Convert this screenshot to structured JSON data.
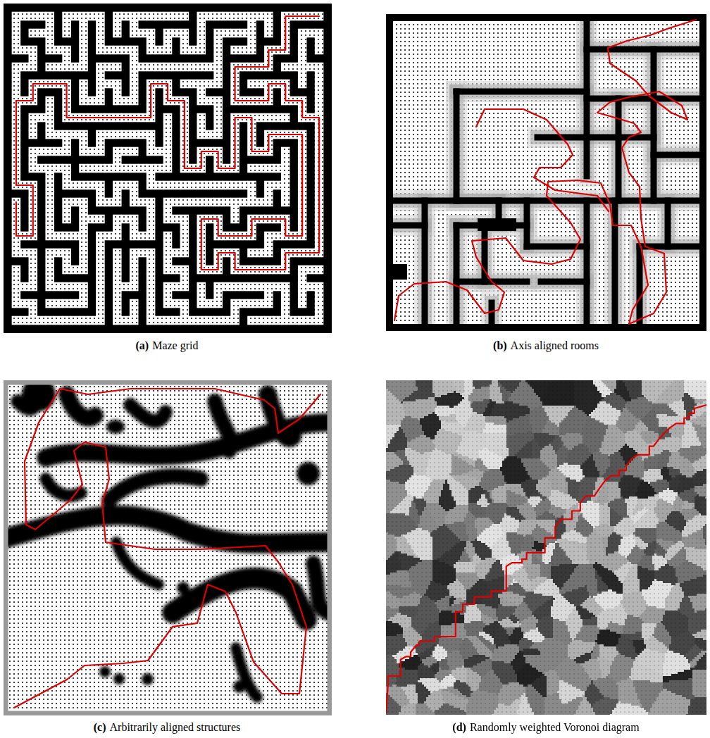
{
  "diagram": {
    "labels": [
      "(a)",
      "Maze grid",
      "(b)",
      "Axis aligned rooms",
      "(c)",
      "Arbitrarily aligned structures",
      "(d)",
      "Randomly weighted Voronoi diagram"
    ]
  }
}
